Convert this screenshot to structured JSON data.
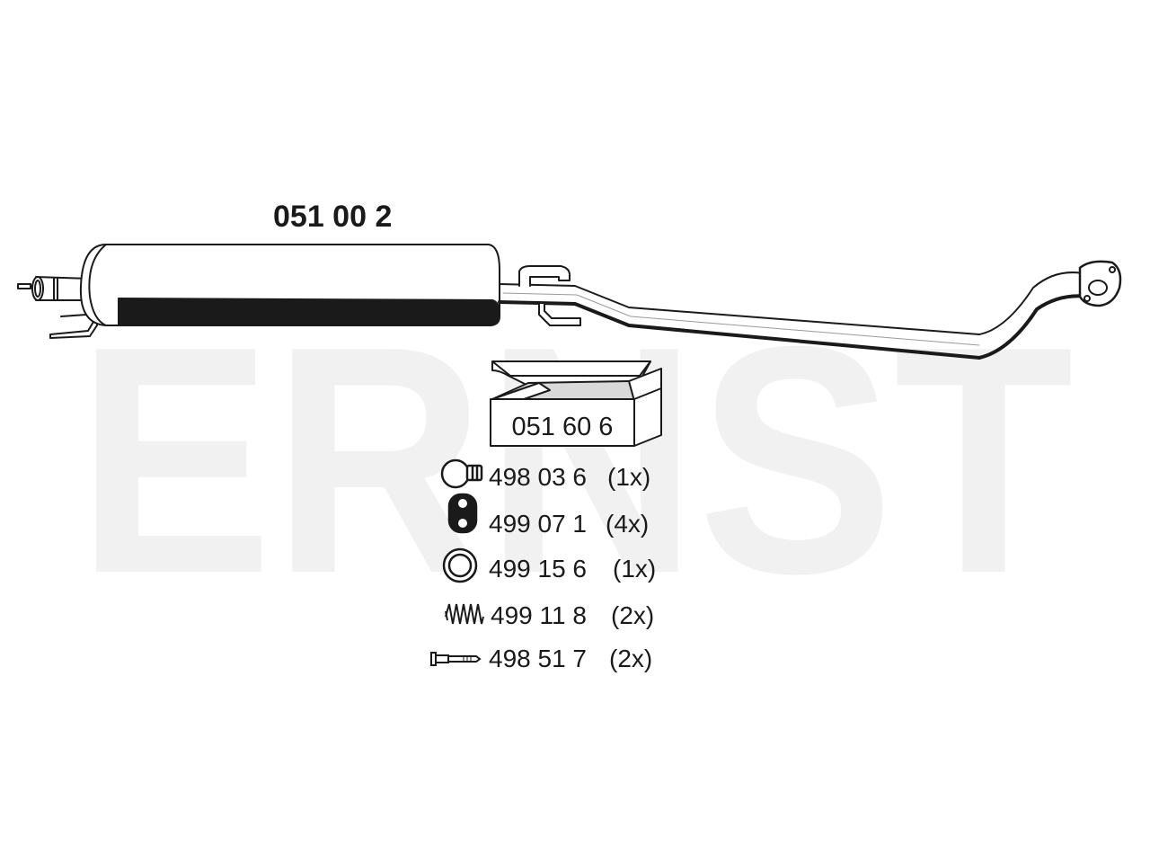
{
  "watermark": {
    "text": "ERNST",
    "color": "#f1f1f1"
  },
  "assembly": {
    "part_number": "051 00 2"
  },
  "kit_box": {
    "part_number": "051 60 6"
  },
  "parts": [
    {
      "icon": "pipe-clamp-icon",
      "number": "498 03 6",
      "qty": "(1x)"
    },
    {
      "icon": "rubber-hanger-icon",
      "number": "499 07 1",
      "qty": "(4x)"
    },
    {
      "icon": "seal-ring-icon",
      "number": "499 15 6",
      "qty": "(1x)"
    },
    {
      "icon": "spring-icon",
      "number": "499 11 8",
      "qty": "(2x)"
    },
    {
      "icon": "bolt-icon",
      "number": "498 51 7",
      "qty": "(2x)"
    }
  ],
  "colors": {
    "line": "#1a1a1a",
    "shade": "#d9d9d9"
  }
}
